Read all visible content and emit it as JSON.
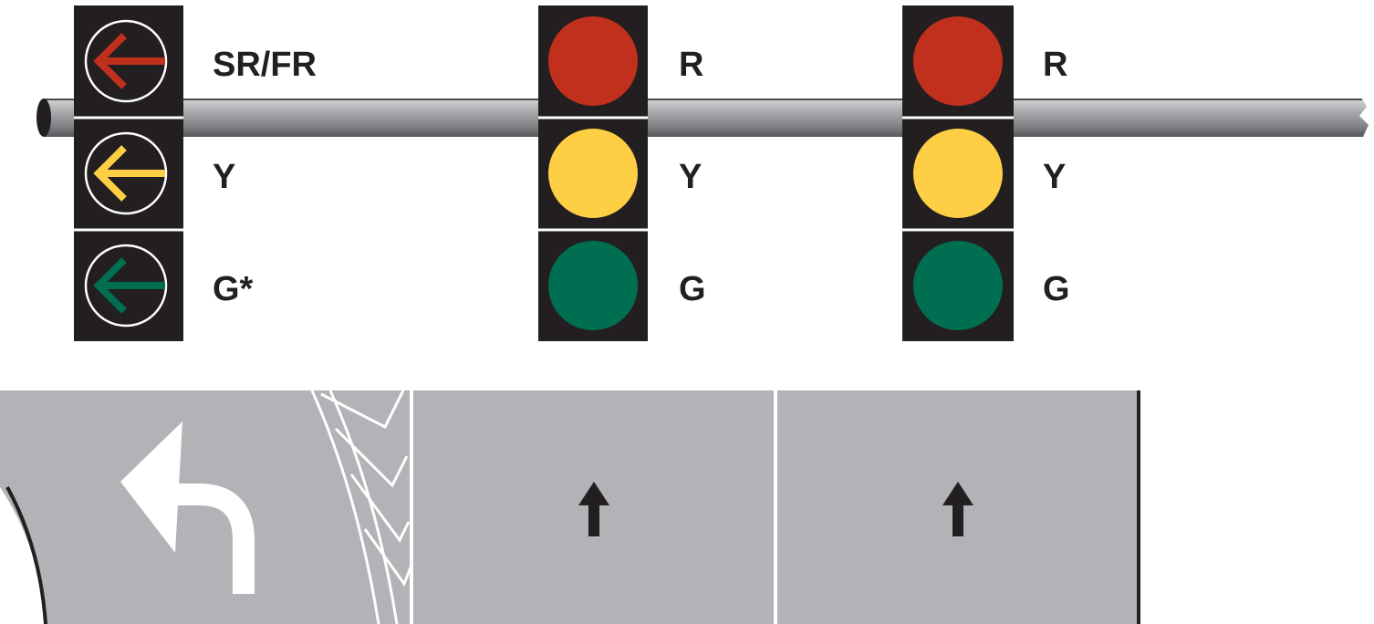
{
  "colors": {
    "housing": "#231f20",
    "red": "#c1301c",
    "yellow": "#fecf45",
    "green": "#006e51",
    "road": "#b1b3b6",
    "mast_arm": "#8e9093",
    "marking": "#ffffff",
    "arrow_black": "#231f20"
  },
  "signals": [
    {
      "type": "arrow",
      "icon": "left-arrow",
      "labels": {
        "top": "SR/FR",
        "middle": "Y",
        "bottom": "G*"
      }
    },
    {
      "type": "ball",
      "icon": "circular-ball",
      "labels": {
        "top": "R",
        "middle": "Y",
        "bottom": "G"
      }
    },
    {
      "type": "ball",
      "icon": "circular-ball",
      "labels": {
        "top": "R",
        "middle": "Y",
        "bottom": "G"
      }
    }
  ],
  "lanes": [
    {
      "marking": "left-turn-arrow",
      "color": "white"
    },
    {
      "marking": "through-arrow",
      "color": "black"
    },
    {
      "marking": "through-arrow",
      "color": "black"
    }
  ]
}
